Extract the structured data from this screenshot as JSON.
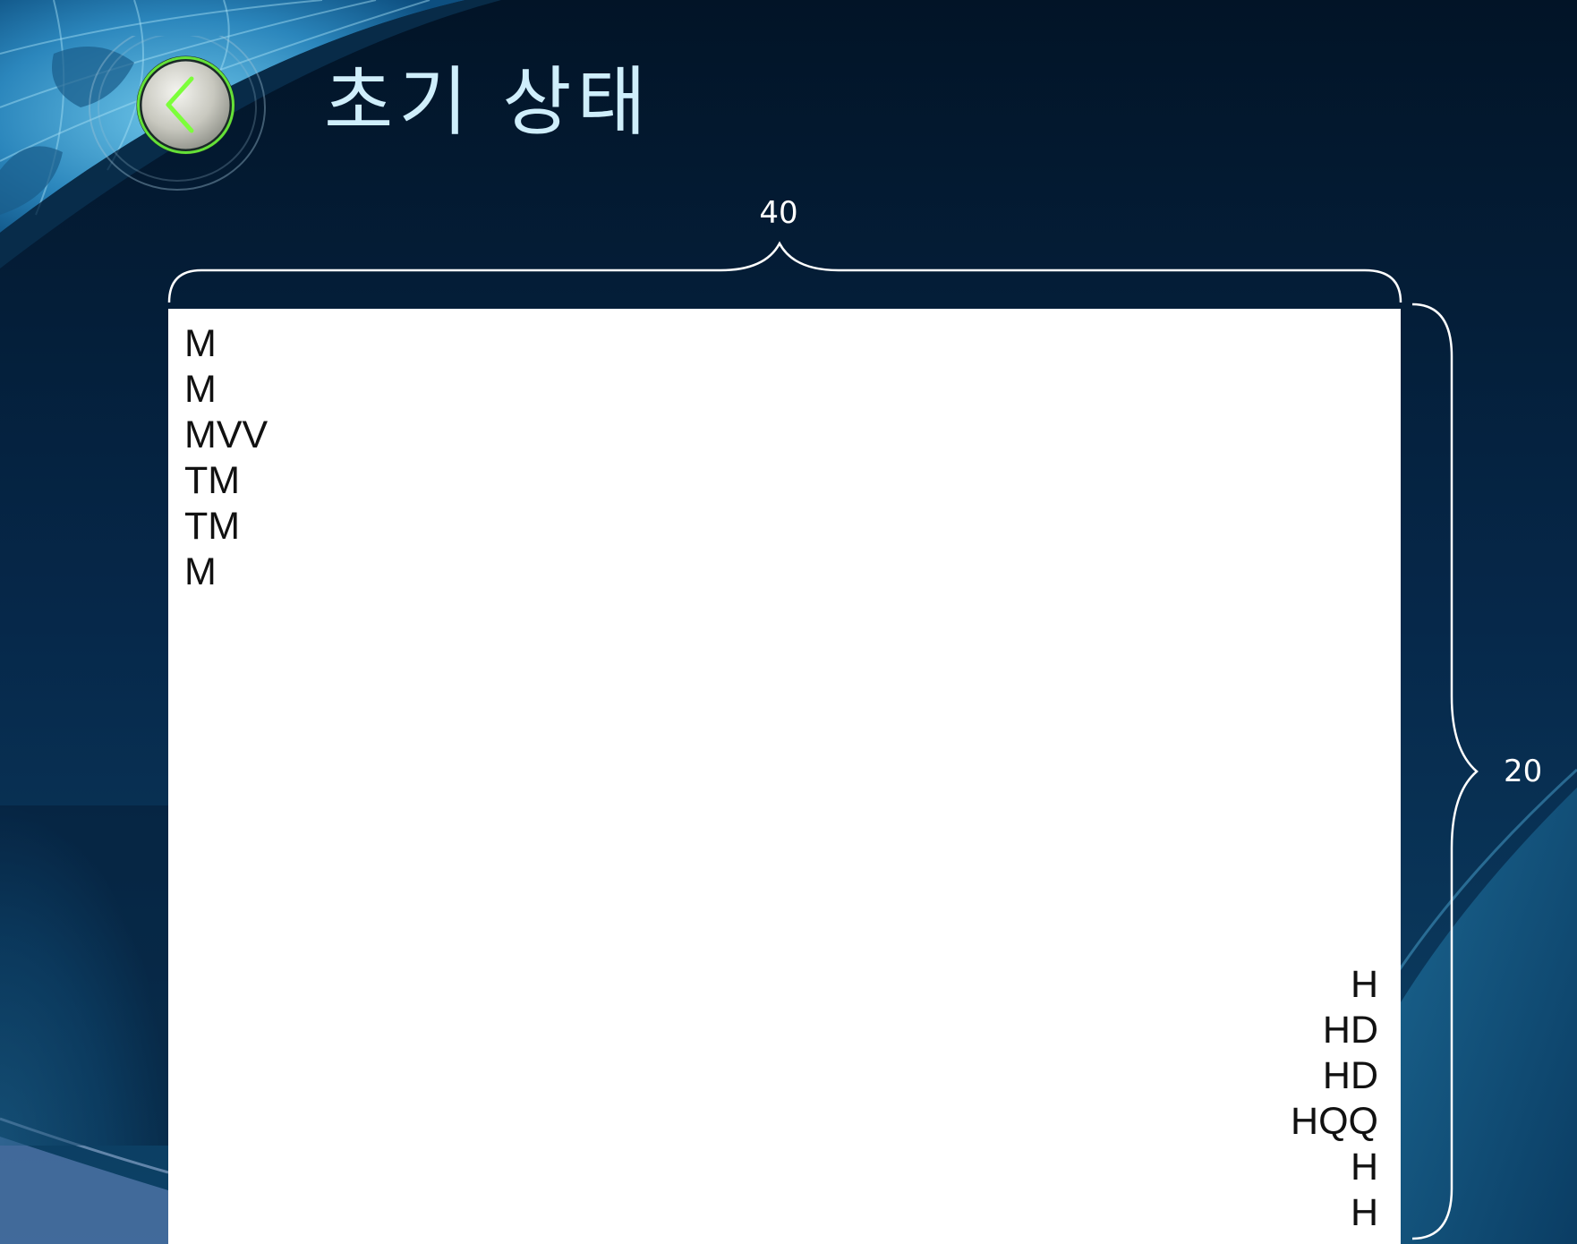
{
  "header": {
    "title": "초기 상태"
  },
  "dimensions": {
    "width_label": "40",
    "height_label": "20"
  },
  "panel": {
    "left_column": [
      "M",
      "M",
      "MVV",
      "TM",
      "TM",
      "M"
    ],
    "right_column": [
      "H",
      "HD",
      "HD",
      "HQQ",
      "H",
      "H"
    ]
  },
  "colors": {
    "background": "#041a33",
    "title": "#cfeefb",
    "back_button_arrow": "#7cff3a"
  }
}
